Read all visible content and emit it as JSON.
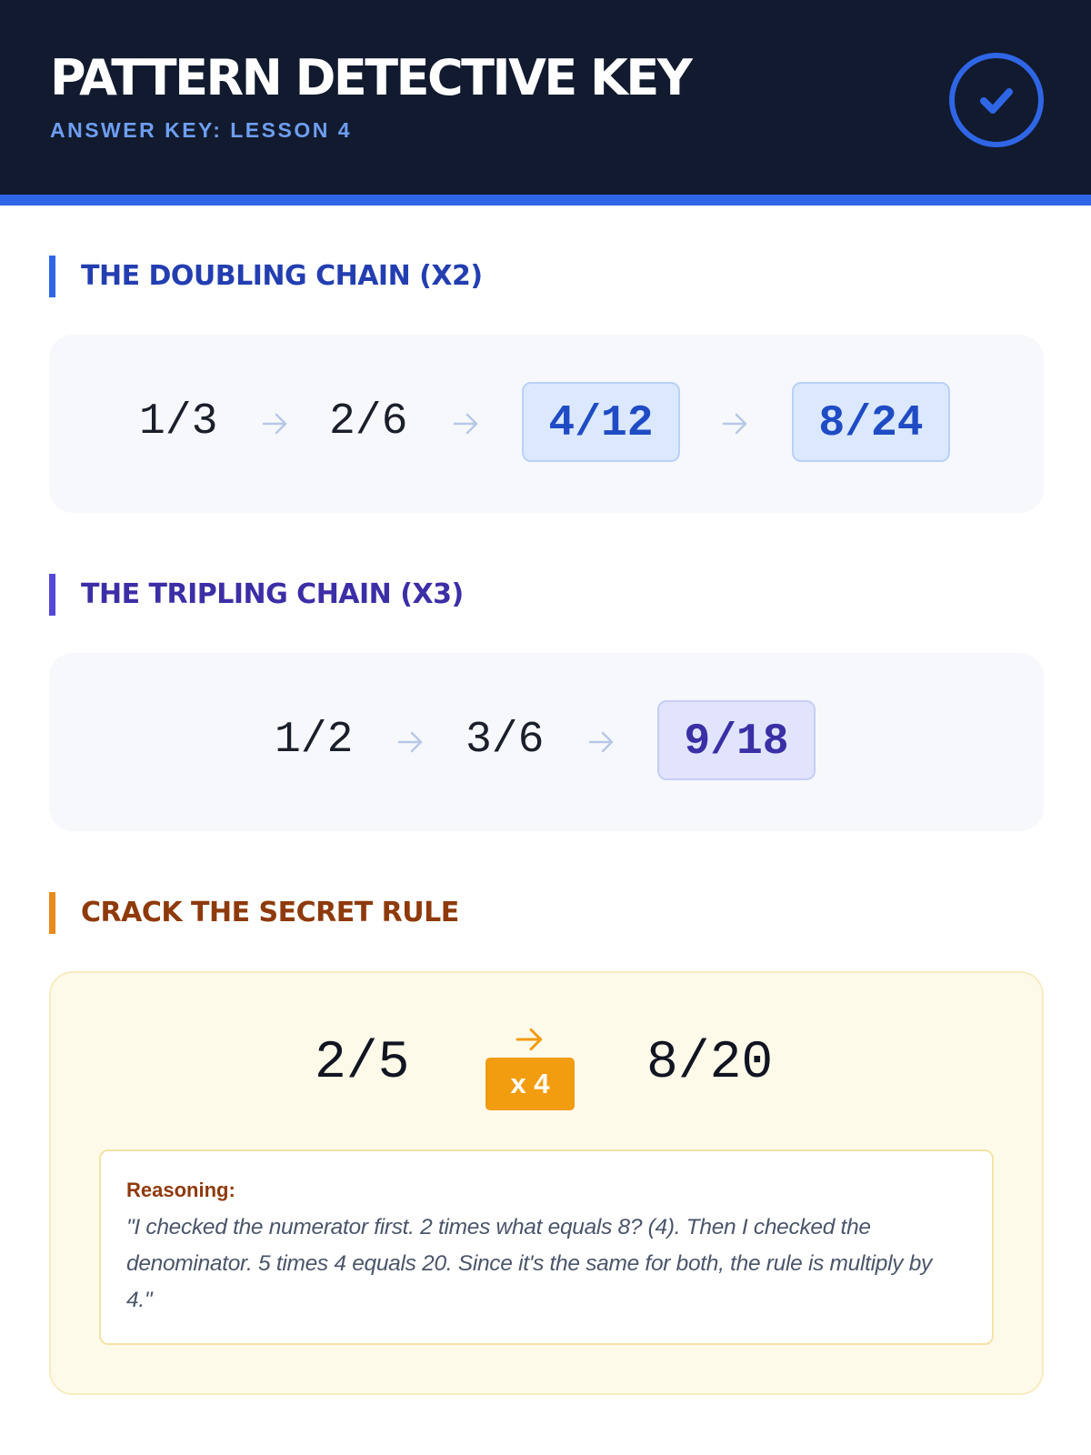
{
  "header": {
    "title": "PATTERN DETECTIVE KEY",
    "subtitle": "ANSWER KEY: LESSON 4",
    "badge_icon": "check-circle-icon"
  },
  "doubling": {
    "heading": "THE DOUBLING CHAIN (X2)",
    "given": [
      "1/3",
      "2/6"
    ],
    "answers": [
      "4/12",
      "8/24"
    ]
  },
  "tripling": {
    "heading": "THE TRIPLING CHAIN (X3)",
    "given": [
      "1/2",
      "3/6"
    ],
    "answers": [
      "9/18"
    ]
  },
  "secret_rule": {
    "heading": "CRACK THE SECRET RULE",
    "start": "2/5",
    "rule": "x 4",
    "end": "8/20",
    "reasoning_label": "Reasoning:",
    "reasoning_text": "\"I checked the numerator first. 2 times what equals 8? (4). Then I checked the denominator. 5 times 4 equals 20. Since it's the same for both, the rule is multiply by 4.\""
  },
  "colors": {
    "header_bg": "#111a2e",
    "accent_blue": "#2f66e6",
    "accent_purple": "#5547d8",
    "accent_orange": "#f29c0f"
  }
}
